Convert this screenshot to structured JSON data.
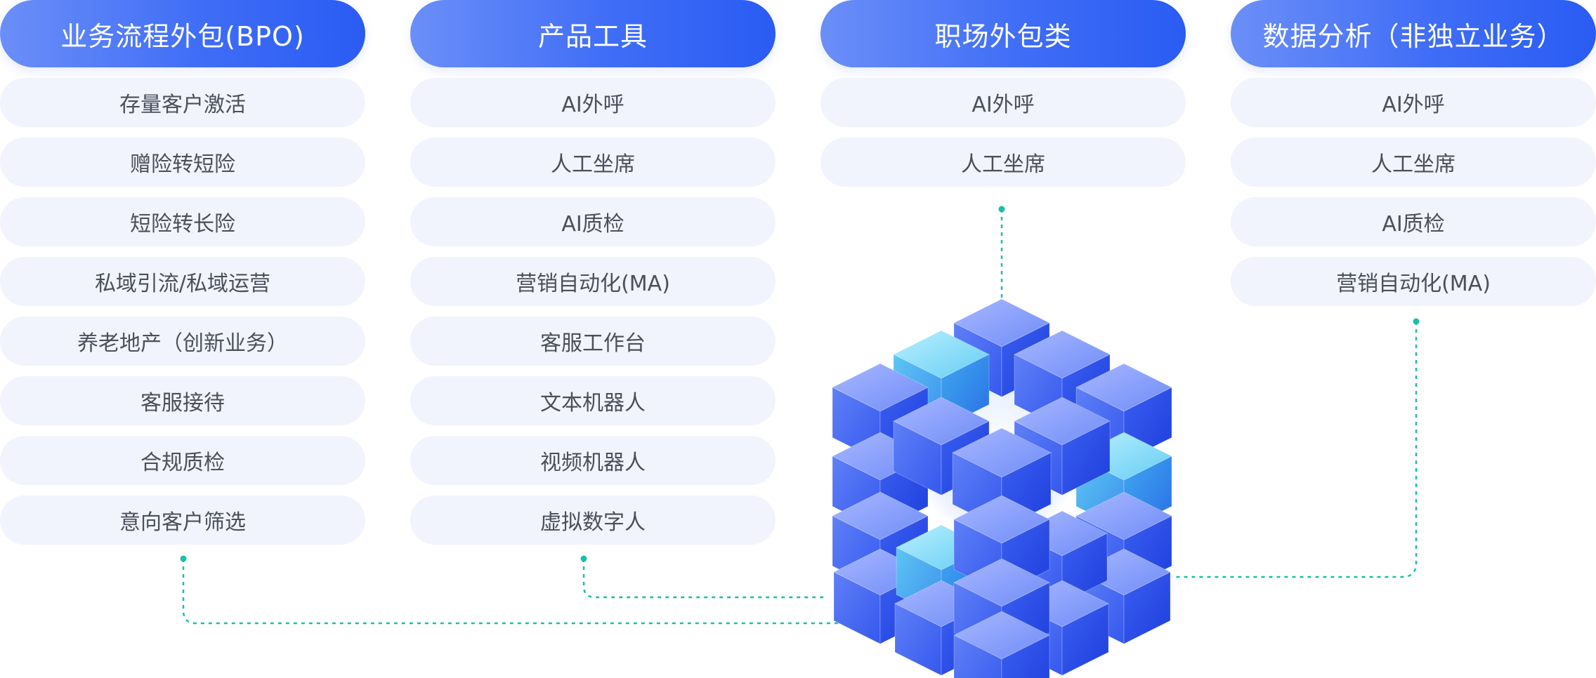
{
  "columns": [
    {
      "title": "业务流程外包(BPO)",
      "items": [
        "存量客户激活",
        "赠险转短险",
        "短险转长险",
        "私域引流/私域运营",
        "养老地产（创新业务）",
        "客服接待",
        "合规质检",
        "意向客户筛选"
      ]
    },
    {
      "title": "产品工具",
      "items": [
        "AI外呼",
        "人工坐席",
        "AI质检",
        "营销自动化(MA)",
        "客服工作台",
        "文本机器人",
        "视频机器人",
        "虚拟数字人"
      ]
    },
    {
      "title": "职场外包类",
      "items": [
        "AI外呼",
        "人工坐席"
      ]
    },
    {
      "title": "数据分析（非独立业务）",
      "items": [
        "AI外呼",
        "人工坐席",
        "AI质检",
        "营销自动化(MA)"
      ]
    }
  ],
  "colors": {
    "header_gradient": [
      "#6b8ff8",
      "#2a5cf3"
    ],
    "item_background": "#f1f4fd",
    "item_text": "#4a4f5c",
    "connector": "#19c0a8",
    "cube_blue": "#3f63f2",
    "cube_cyan": "#4fd0f0"
  }
}
